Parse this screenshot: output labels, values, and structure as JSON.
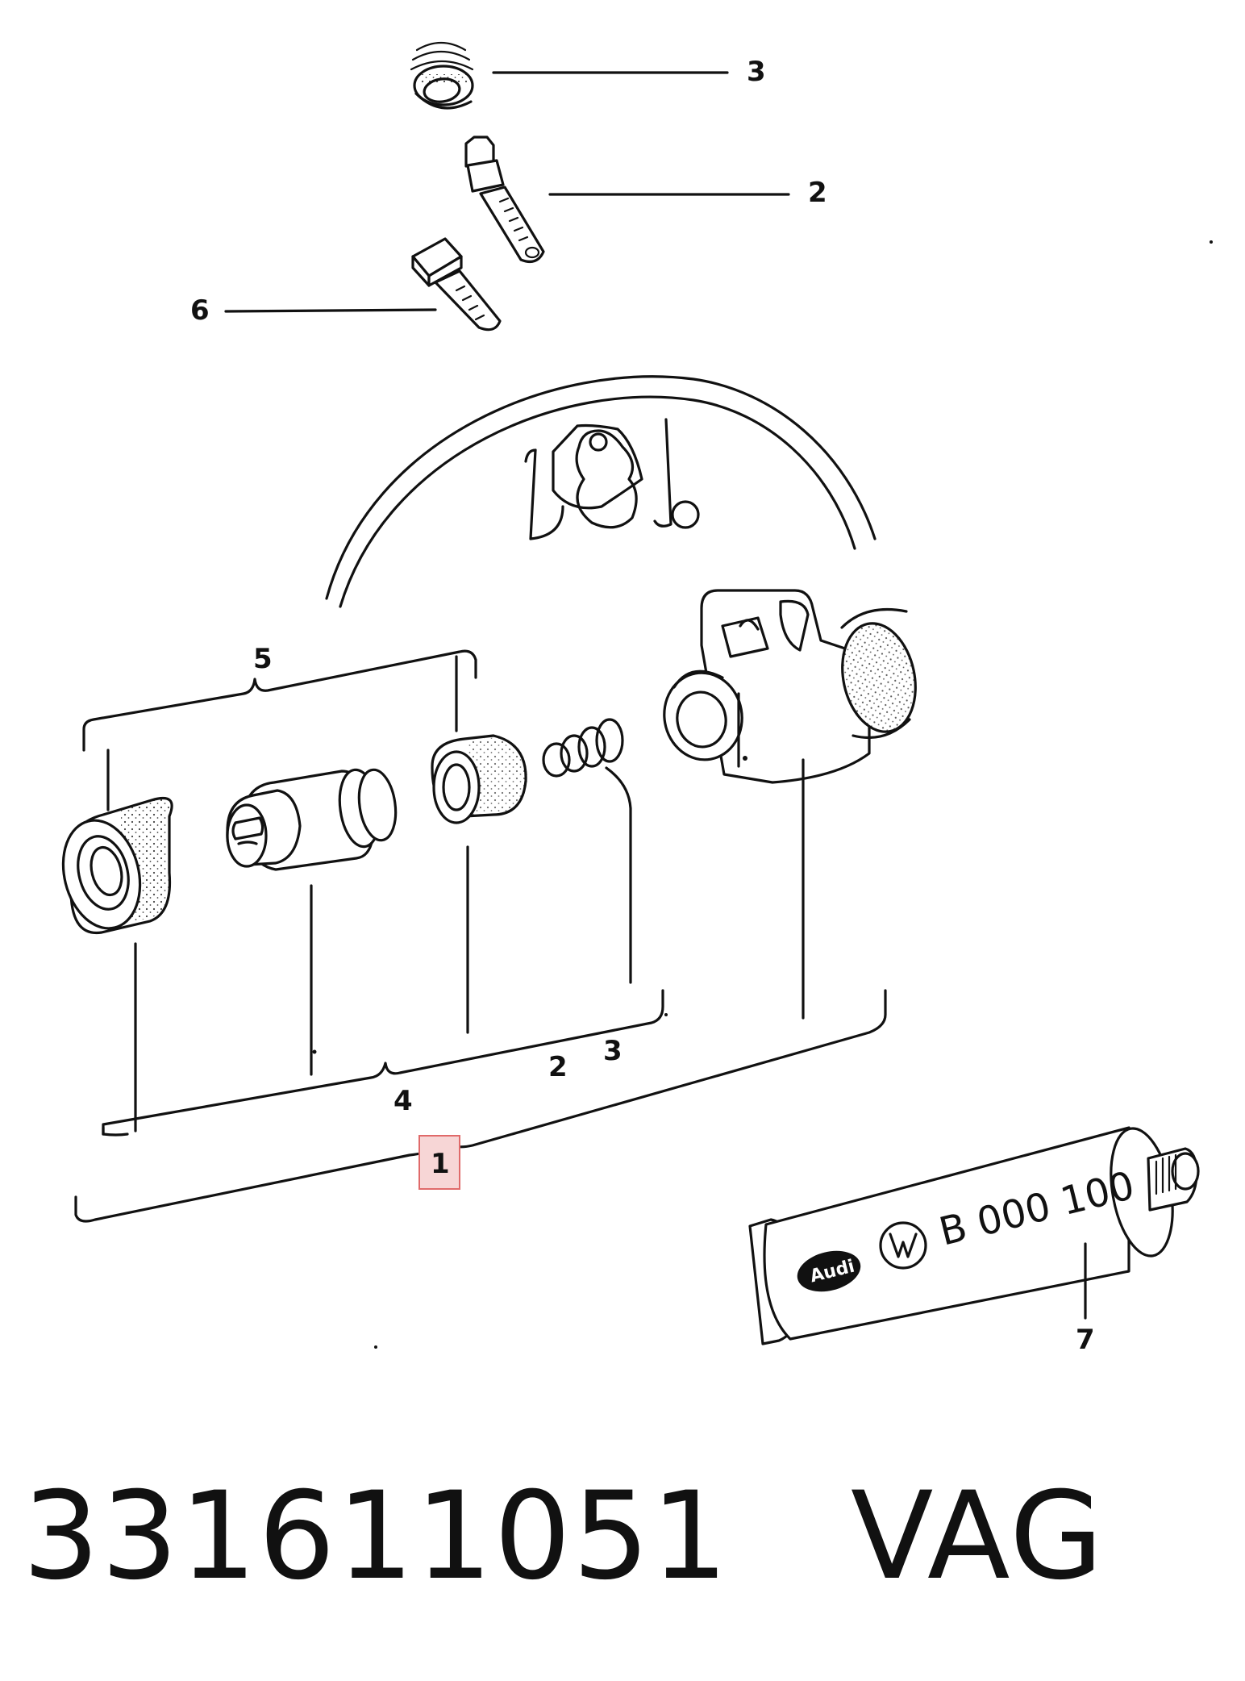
{
  "callouts": {
    "c1": "1",
    "c2_top": "2",
    "c2_bottom": "2",
    "c3_top": "3",
    "c3_bottom": "3",
    "c4": "4",
    "c5": "5",
    "c6": "6",
    "c7": "7"
  },
  "tube": {
    "part_code": "B 000 100",
    "logo_audi": "Audi",
    "logo_vw": "VW"
  },
  "footer": {
    "part_number": "331611051",
    "brand": "VAG"
  },
  "colors": {
    "line": "#111111",
    "highlight_fill": "#f7d6d6",
    "highlight_stroke": "#e06a6a"
  }
}
